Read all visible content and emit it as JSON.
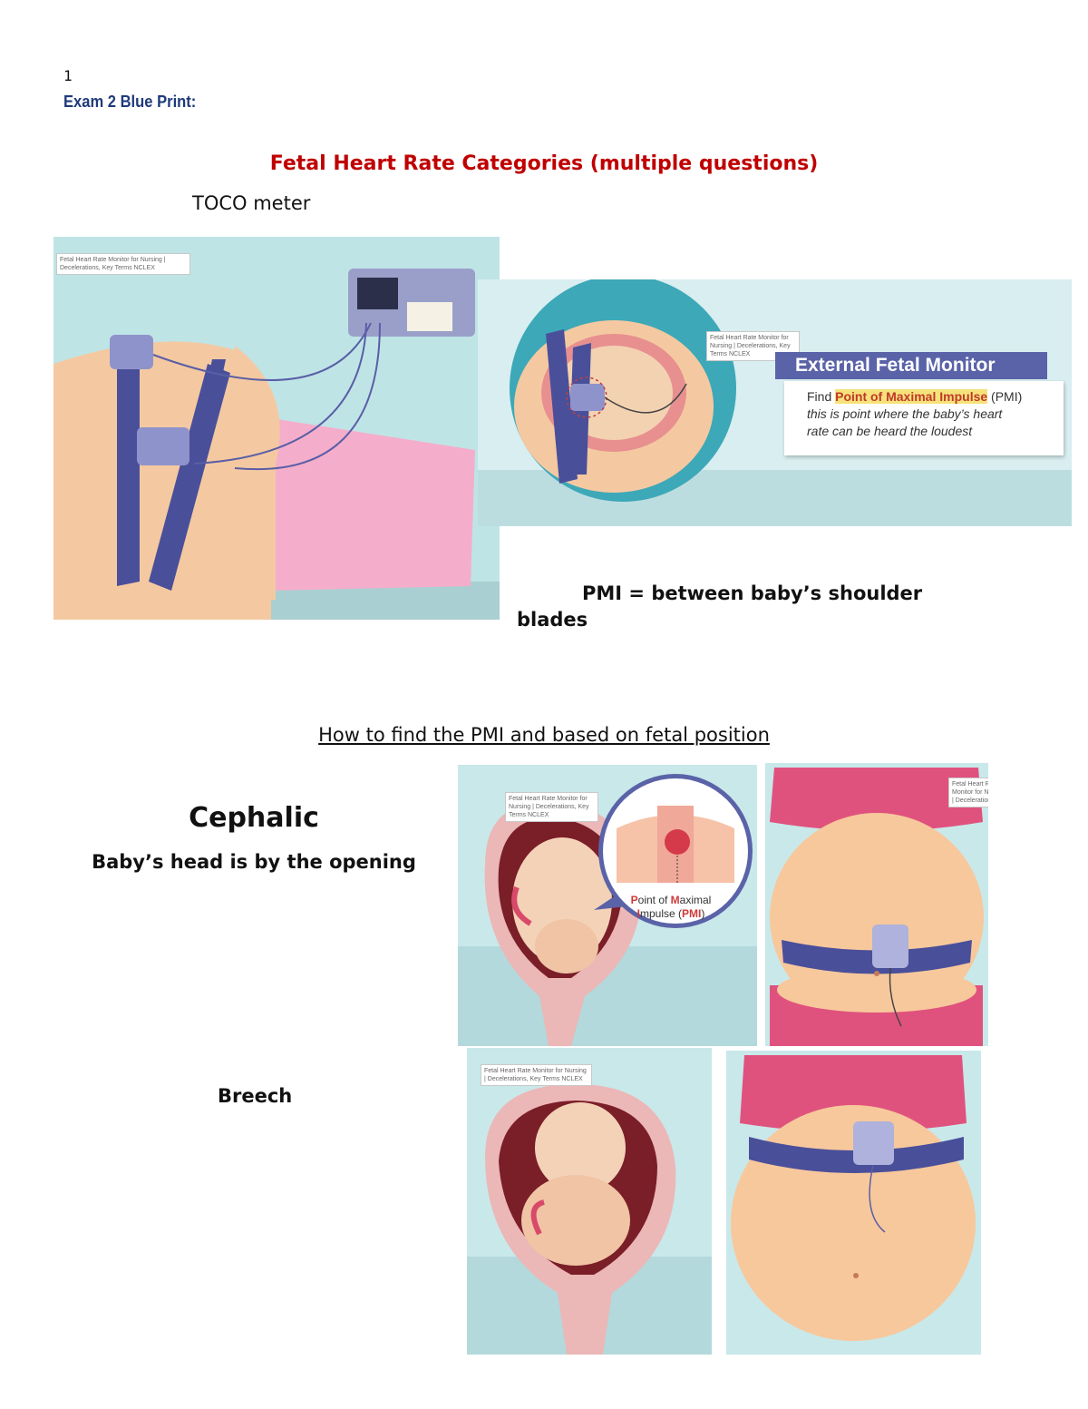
{
  "page": {
    "number": "1",
    "header_title": "Exam 2 Blue Print:",
    "main_heading": "Fetal Heart Rate Categories (multiple questions)",
    "toco_label": "TOCO meter"
  },
  "images": {
    "toco_monitor": {
      "caption": "Fetal Heart Rate Monitor for Nursing | Decelerations, Key Terms NCLEX"
    },
    "external_monitor": {
      "caption": "Fetal Heart Rate Monitor for Nursing | Decelerations, Key Terms NCLEX",
      "title": "External Fetal Monitor",
      "find_prefix": "Find",
      "find_highlight": "Point of Maximal Impulse",
      "find_suffix": "(PMI)",
      "line2": "this is point where the baby’s heart",
      "line3": "rate can be heard the loudest"
    },
    "cephalic_uterus": {
      "caption": "Fetal Heart Rate Monitor for Nursing | Decelerations, Key Terms NCLEX",
      "callout_line1_prefix": "P",
      "callout_line1_a": "oint of ",
      "callout_line1_m": "M",
      "callout_line1_b": "aximal",
      "callout_line2_i": "I",
      "callout_line2_a": "mpulse (",
      "callout_line2_pmi": "PMI",
      "callout_line2_b": ")"
    },
    "cephalic_belly": {
      "caption": "Fetal Heart Rate Monitor for Nursing | Decelerations"
    },
    "breech_uterus": {
      "caption": "Fetal Heart Rate Monitor for Nursing | Decelerations, Key Terms NCLEX"
    }
  },
  "pmi_note": {
    "line1": "PMI = between baby’s shoulder",
    "line2": "blades"
  },
  "section": {
    "heading": "How to find the PMI and based on fetal position",
    "cephalic_title": "Cephalic",
    "cephalic_subtitle": "Baby’s head is by the opening",
    "breech_title": "Breech"
  }
}
